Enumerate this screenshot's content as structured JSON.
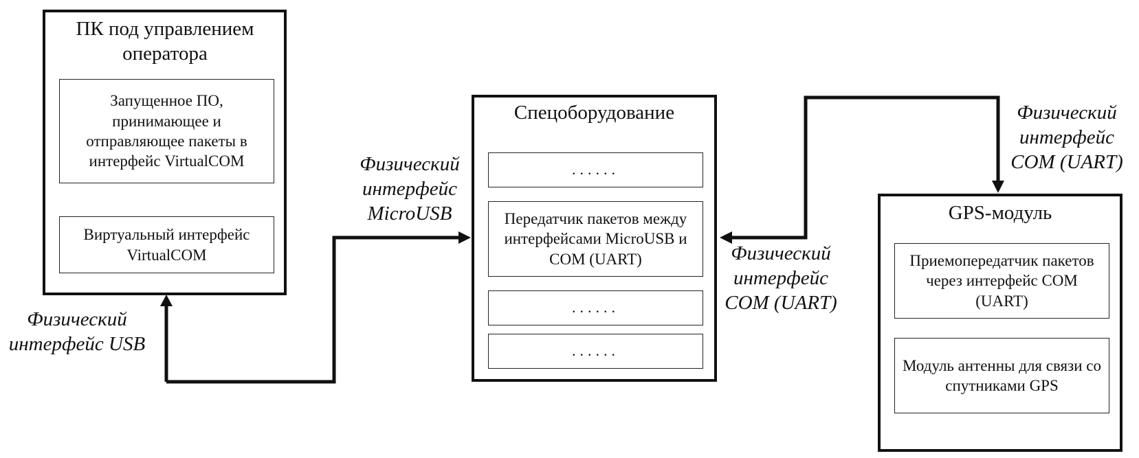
{
  "pc": {
    "title": "ПК под управлением оператора",
    "software": "Запущенное ПО, принимающее и отправляющее пакеты в интерфейс VirtualCOM",
    "virtual_iface": "Виртуальный интерфейс VirtualCOM"
  },
  "equipment": {
    "title": "Спецоборудование",
    "slot1": "......",
    "transmitter": "Передатчик пакетов между интерфейсами MicroUSB и COM (UART)",
    "slot2": "......",
    "slot3": "......"
  },
  "gps": {
    "title": "GPS-модуль",
    "transceiver": "Приемопередатчик пакетов через интерфейс COM (UART)",
    "antenna": "Модуль антенны для связи со спутниками GPS"
  },
  "labels": {
    "usb": "Физический интерфейс USB",
    "microusb": "Физический интерфейс MicroUSB",
    "com_mid": "Физический интерфейс COM (UART)",
    "com_right": "Физический интерфейс COM (UART)"
  },
  "colors": {
    "line": "#111111",
    "background": "#ffffff"
  }
}
